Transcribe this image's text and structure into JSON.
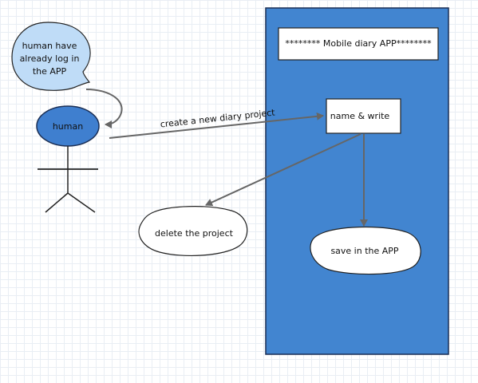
{
  "diagram": {
    "system": {
      "title": "******** Mobile diary APP********"
    },
    "actor": {
      "name": "human",
      "thought_lines": [
        "human have",
        "already log in",
        "the APP"
      ]
    },
    "nodes": {
      "name_write": "name & write",
      "delete_project": "delete the project",
      "save_in_app": "save in the APP"
    },
    "edges": {
      "create_new": "create a new diary project"
    }
  },
  "colors": {
    "system_fill": "#4285d0",
    "actor_fill": "#3f7fcf",
    "bubble_fill": "#bfdcf7",
    "arrow": "#666666",
    "stroke": "#222222"
  }
}
